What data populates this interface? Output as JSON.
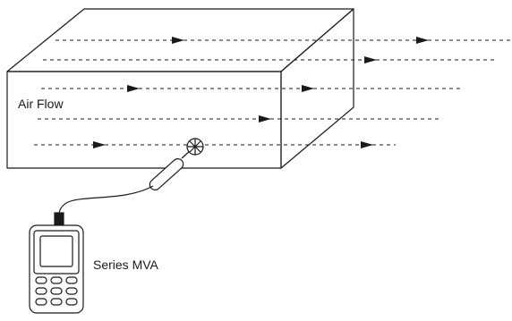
{
  "labels": {
    "flow": "Air Flow",
    "meter": "Series MVA"
  },
  "icons": {
    "duct": "rectangular-duct-box",
    "flow_lines": "dashed-arrow-streamlines",
    "probe": "vane-anemometer-probe-icon",
    "meter": "handheld-meter-icon"
  },
  "colors": {
    "line": "#1a1a1a",
    "background": "#ffffff"
  }
}
